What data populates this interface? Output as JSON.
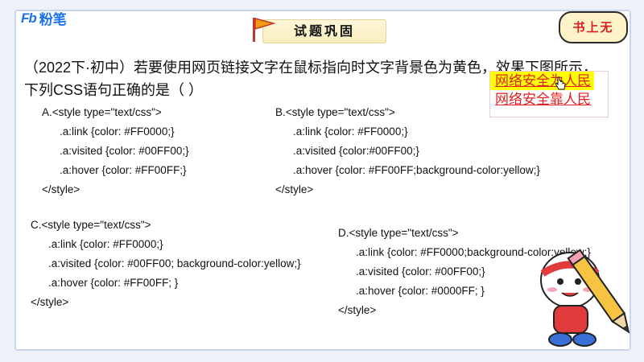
{
  "header": {
    "logo_mark": "Fb",
    "logo_text": "粉笔",
    "banner_title": "试题巩固",
    "sticker_text": "书上无"
  },
  "question": {
    "line1": "（2022下·初中）若要使用网页链接文字在鼠标指向时文字背景色为黄色，效果下图所示，",
    "line2": "下列CSS语句正确的是（     ）"
  },
  "demo": {
    "link1": "网络安全为人民",
    "link2": "网络安全靠人民",
    "hover_color": "#FFFF00",
    "link_color": "#E02020"
  },
  "options": {
    "A": {
      "open": "A.<style type=\"text/css\">",
      "link": ".a:link {color: #FF0000;}",
      "visited": ".a:visited {color: #00FF00;}",
      "hover": ".a:hover {color: #FF00FF;}",
      "close": "</style>"
    },
    "B": {
      "open": "B.<style type=\"text/css\">",
      "link": ".a:link {color: #FF0000;}",
      "visited": ".a:visited {color:#00FF00;}",
      "hover": ".a:hover {color: #FF00FF;background-color:yellow;}",
      "close": "</style>"
    },
    "C": {
      "open": "C.<style type=\"text/css\">",
      "link": ".a:link {color: #FF0000;}",
      "visited": ".a:visited {color: #00FF00; background-color:yellow;}",
      "hover": ".a:hover {color: #FF00FF; }",
      "close": "</style>"
    },
    "D": {
      "open": "D.<style type=\"text/css\">",
      "link": ".a:link {color: #FF0000;background-color:yellow;}",
      "visited": ".a:visited {color: #00FF00;}",
      "hover": ".a:hover {color: #0000FF; }",
      "close": "</style>"
    }
  },
  "icons": {
    "flag": "flag-icon",
    "cursor": "hand-cursor-icon",
    "mascot": "pencil-mascot-icon"
  }
}
